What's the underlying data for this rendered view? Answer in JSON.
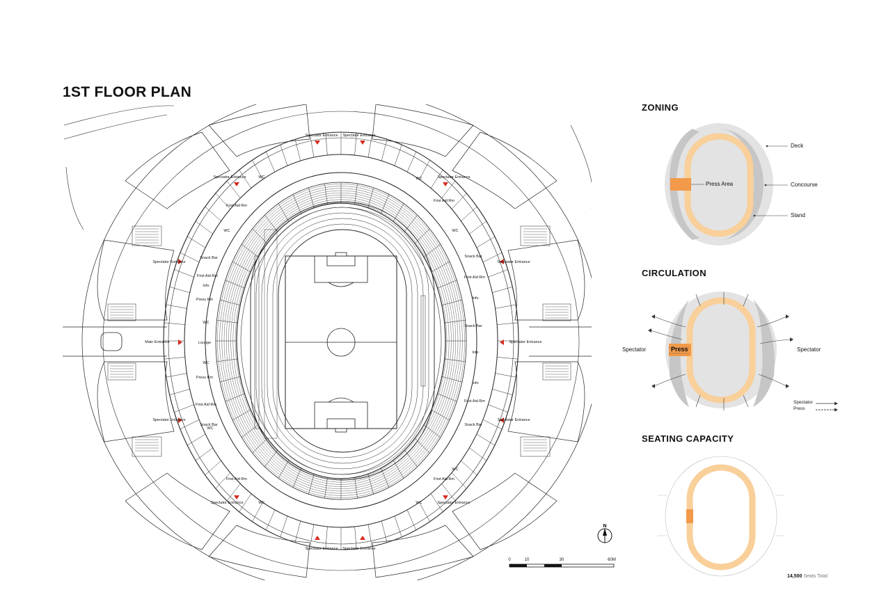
{
  "main_title": "1ST FLOOR PLAN",
  "plan_labels": {
    "spectator_entrance": "Spectator Entrance",
    "main_entrance": "Main Entrance",
    "wc": "WC",
    "first_aid": "First Aid Rm",
    "press_rm": "Press Rm",
    "snack_bar": "Snack Bar",
    "info": "Info",
    "lounge": "Lounge"
  },
  "north_label": "N",
  "scale_bar": {
    "ticks": [
      "0",
      "10",
      "30",
      "60M"
    ]
  },
  "zoning": {
    "heading": "ZONING",
    "labels": [
      "Deck",
      "Press Area",
      "Concourse",
      "Stand"
    ]
  },
  "circulation": {
    "heading": "CIRCULATION",
    "press_label": "Press",
    "left_label": "Spectator",
    "right_label": "Spectator",
    "legend": [
      "Spectator",
      "Press"
    ]
  },
  "seating": {
    "heading": "SEATING CAPACITY",
    "total_number": "14,500",
    "total_suffix": "Seats Total"
  },
  "colors": {
    "stand_orange": "#f9cf9a",
    "press_orange": "#f29a4a",
    "deck_grey": "#e3e3e3",
    "concourse_grey": "#c6c6c6",
    "line": "#222222"
  }
}
